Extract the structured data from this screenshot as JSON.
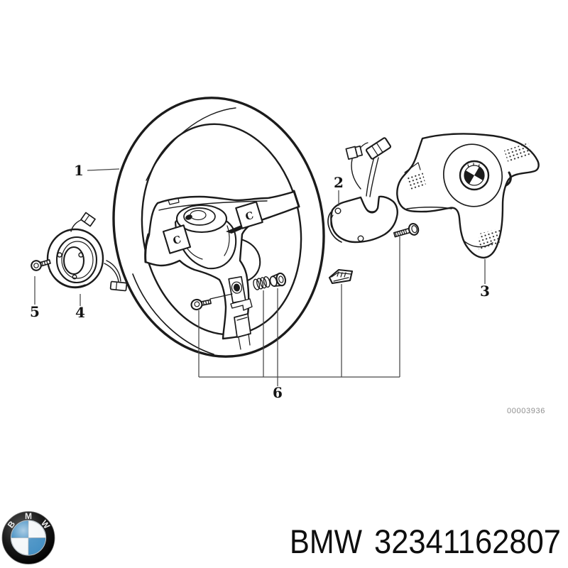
{
  "diagram": {
    "drawing_number": "00003936",
    "callouts": {
      "c1": "1",
      "c2": "2",
      "c3": "3",
      "c4": "4",
      "c5": "5",
      "c6": "6"
    },
    "switch_mark_left": "C",
    "switch_mark_right": "C"
  },
  "footer": {
    "brand": "BMW",
    "part_number": "32341162807",
    "logo": {
      "letters": {
        "b": "B",
        "m": "M",
        "w": "W"
      },
      "blue": "#4590c4",
      "quadrant_white": "#f4f7f9",
      "ring": "#151515"
    }
  },
  "colors": {
    "line": "#1b1b1b",
    "leader": "#474747",
    "drawing_number_gray": "#8f8f8f"
  }
}
